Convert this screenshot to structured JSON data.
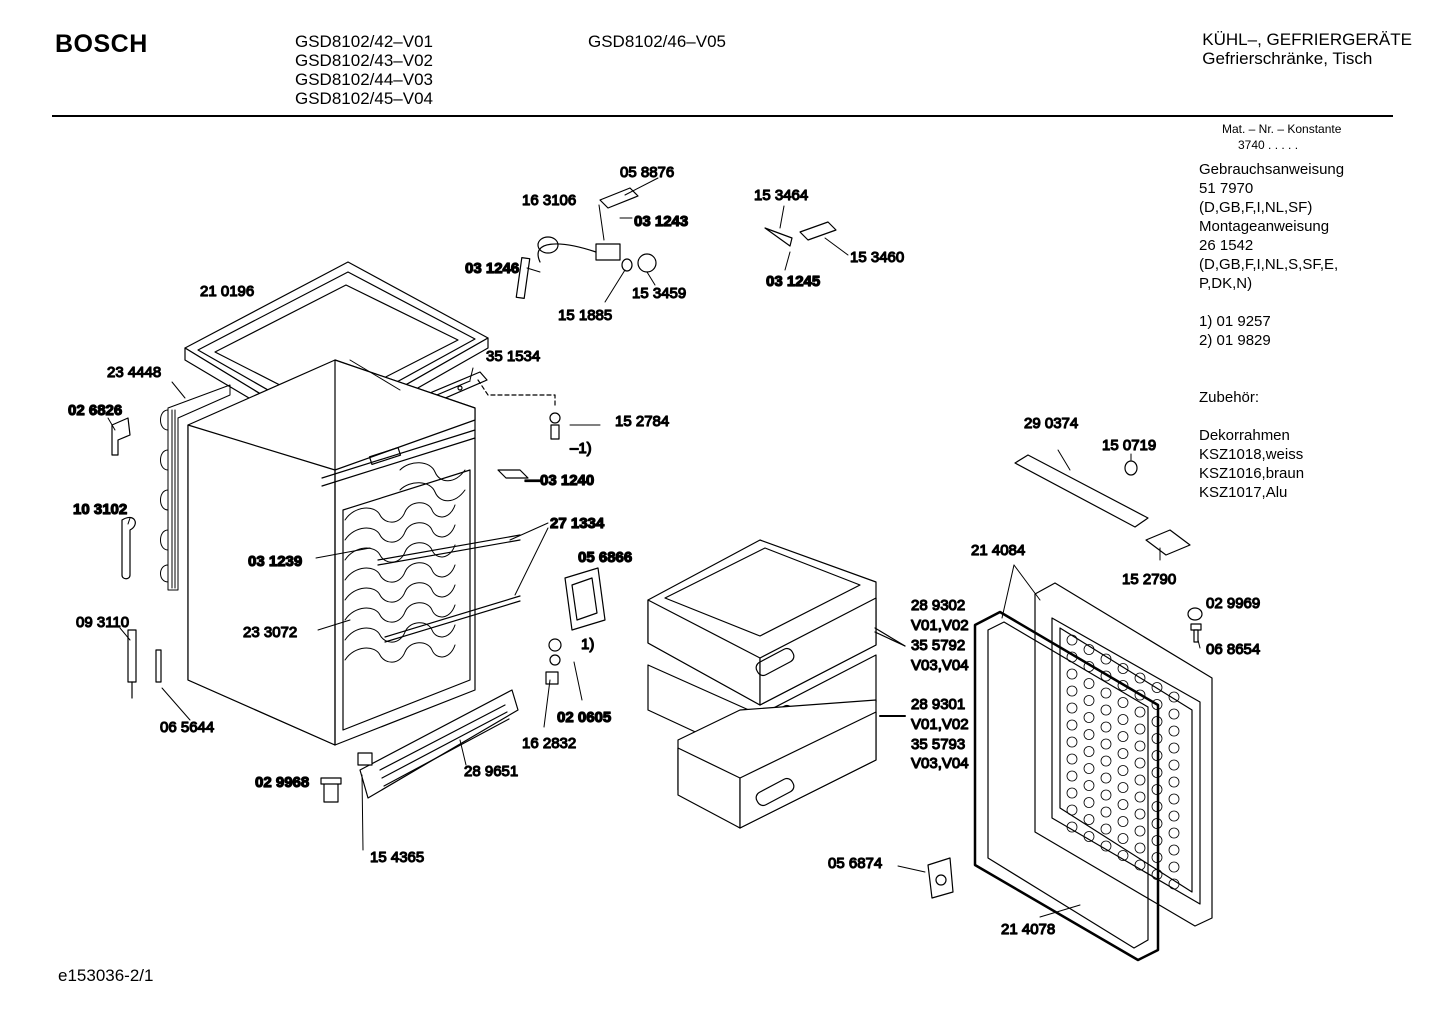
{
  "header": {
    "brand": "BOSCH",
    "models_col1": [
      "GSD8102/42–V01",
      "GSD8102/43–V02",
      "GSD8102/44–V03",
      "GSD8102/45–V04"
    ],
    "models_col2": [
      "GSD8102/46–V05"
    ],
    "category": "KÜHL–, GEFRIERGERÄTE",
    "subcategory": "Gefrierschränke, Tisch"
  },
  "sidebar": {
    "mat_label": "Mat. – Nr. – Konstante",
    "mat_value": "3740 .  .  .  .  .",
    "lines": [
      "Gebrauchsanweisung",
      "51 7970",
      "(D,GB,F,I,NL,SF)",
      "Montageanweisung",
      "26 1542",
      "(D,GB,F,I,NL,S,SF,E,",
      "P,DK,N)",
      "",
      "1)  01 9257",
      "2)  01 9829",
      "",
      "",
      "Zubehör:",
      "",
      "Dekorrahmen",
      "KSZ1018,weiss",
      "KSZ1016,braun",
      "KSZ1017,Alu"
    ]
  },
  "labels": {
    "p058876": "05 8876",
    "p163106": "16 3106",
    "p031243": "03 1243",
    "p031246": "03 1246",
    "p151885": "15 1885",
    "p153459": "15 3459",
    "p153464": "15 3464",
    "p153460": "15 3460",
    "p031245": "03 1245",
    "p210196": "21 0196",
    "p351534": "35 1534",
    "p234448": "23 4448",
    "p026826": "02 6826",
    "p152784": "15 2784",
    "fn1a": "–1)",
    "p031240": "—03 1240",
    "p103102": "10 3102",
    "p271334": "27 1334",
    "p031239": "03 1239",
    "p056866": "05 6866",
    "p233072": "23 3072",
    "p093110": "09 3110",
    "fn1b": "1)",
    "p065644": "06 5644",
    "p020605": "02 0605",
    "p162832": "16 2832",
    "p289651": "28 9651",
    "p029968": "02 9968",
    "p154365": "15 4365",
    "p290374": "29 0374",
    "p150719": "15 0719",
    "p214084": "21 4084",
    "p152790": "15 2790",
    "p029969": "02 9969",
    "p068654": "06 8654",
    "p289302": "28 9302",
    "v0102a": "V01,V02",
    "p355792": "35 5792",
    "v0304a": "V03,V04",
    "p289301": "28 9301",
    "v0102b": "V01,V02",
    "p355793": "35 5793",
    "v0304b": "V03,V04",
    "p056874": "05 6874",
    "p214078": "21 4078"
  },
  "footer": {
    "code": "e153036-2/1"
  }
}
